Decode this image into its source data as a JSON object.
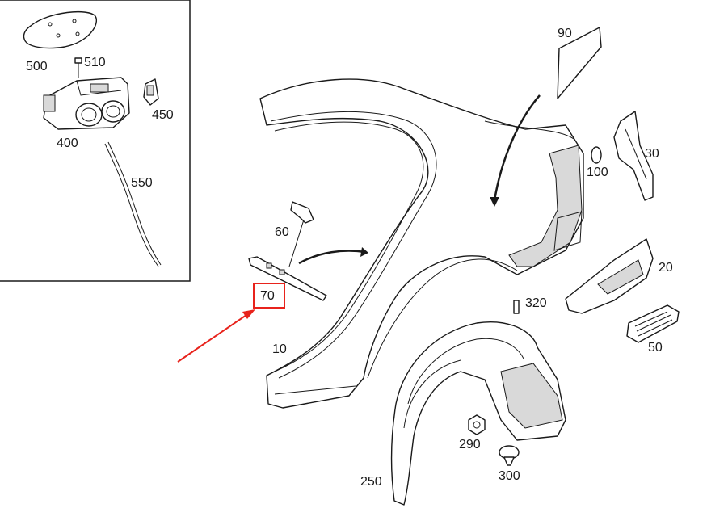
{
  "diagram": {
    "labels": {
      "p500": "500",
      "p510": "510",
      "p450": "450",
      "p400": "400",
      "p550": "550",
      "p90": "90",
      "p30": "30",
      "p100": "100",
      "p60": "60",
      "p70": "70",
      "p10": "10",
      "p20": "20",
      "p320": "320",
      "p50": "50",
      "p290": "290",
      "p300": "300",
      "p250": "250"
    },
    "colors": {
      "line": "#1a1a1a",
      "highlight": "#e8231c",
      "background": "#ffffff"
    },
    "highlighted_part": "70"
  }
}
